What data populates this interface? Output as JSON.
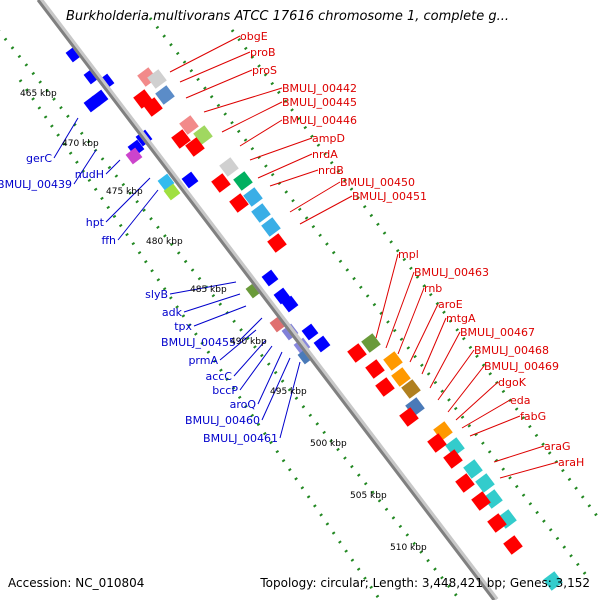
{
  "header": {
    "title": "Burkholderia multivorans ATCC 17616 chromosome 1, complete g..."
  },
  "footer": {
    "accession": "Accession: NC_010804",
    "topology": "Topology: circular; Length: 3,448,421 bp; Genes: 3,152"
  },
  "colors": {
    "forward_label": "#dd0000",
    "reverse_label": "#0000cc",
    "backbone": "#808080",
    "tick_dots": "#228822",
    "forward_feature": "#ff0000",
    "reverse_feature": "#0000ff"
  },
  "scale_ticks": [
    "465 kbp",
    "470 kbp",
    "475 kbp",
    "480 kbp",
    "485 kbp",
    "490 kbp",
    "495 kbp",
    "500 kbp",
    "505 kbp",
    "510 kbp"
  ],
  "forward_genes": [
    "obgE",
    "proB",
    "proS",
    "BMULJ_00442",
    "BMULJ_00445",
    "BMULJ_00446",
    "ampD",
    "nrdA",
    "nrdB",
    "BMULJ_00450",
    "BMULJ_00451",
    "mpl",
    "BMULJ_00463",
    "rnb",
    "aroE",
    "mtgA",
    "BMULJ_00467",
    "BMULJ_00468",
    "BMULJ_00469",
    "dgoK",
    "eda",
    "fabG",
    "araG",
    "araH"
  ],
  "reverse_genes": [
    "gerC",
    "BMULJ_00439",
    "nudH",
    "hpt",
    "ffh",
    "slyB",
    "adk",
    "tpx",
    "BMULJ_00455",
    "prmA",
    "accC",
    "bccP",
    "aroQ",
    "BMULJ_00460",
    "BMULJ_00461"
  ]
}
